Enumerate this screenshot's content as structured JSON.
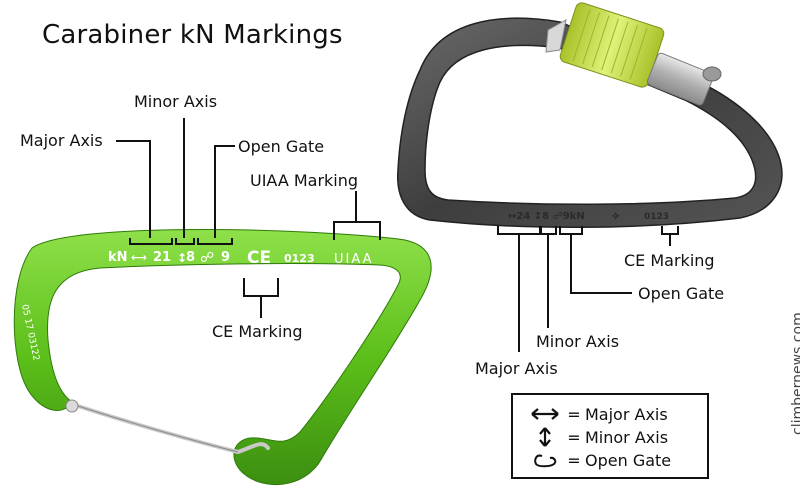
{
  "title": "Carabiner kN Markings",
  "labels": {
    "left_major_axis": "Major Axis",
    "left_minor_axis": "Minor Axis",
    "left_open_gate": "Open Gate",
    "left_uiaa": "UIAA Marking",
    "left_ce": "CE Marking",
    "right_ce": "CE Marking",
    "right_open_gate": "Open Gate",
    "right_minor_axis": "Minor Axis",
    "right_major_axis": "Major Axis"
  },
  "engraving": {
    "kn": "kN",
    "major_value": "21",
    "minor_value": "8",
    "gate_value": "9",
    "ce_mark": "CE",
    "ce_number": "0123",
    "uiaa": "UIAA",
    "spine_text": "05  17  03122",
    "right_text": "↔24 ↕8 ☍9kN",
    "right_ce_number": "0123"
  },
  "legend": {
    "rows": [
      {
        "icon": "major-axis-arrow-icon",
        "eq": "=",
        "label": "Major Axis"
      },
      {
        "icon": "minor-axis-arrow-icon",
        "eq": "=",
        "label": "Minor Axis"
      },
      {
        "icon": "open-gate-icon",
        "eq": "=",
        "label": "Open Gate"
      }
    ]
  },
  "watermark": "climbernews.com",
  "colors": {
    "green_carabiner": "#5cbf1a",
    "green_dark": "#3c8f10",
    "grey_carabiner": "#4a4a4a",
    "gate_yellow": "#c8e042",
    "leader_lines": "#111111"
  }
}
